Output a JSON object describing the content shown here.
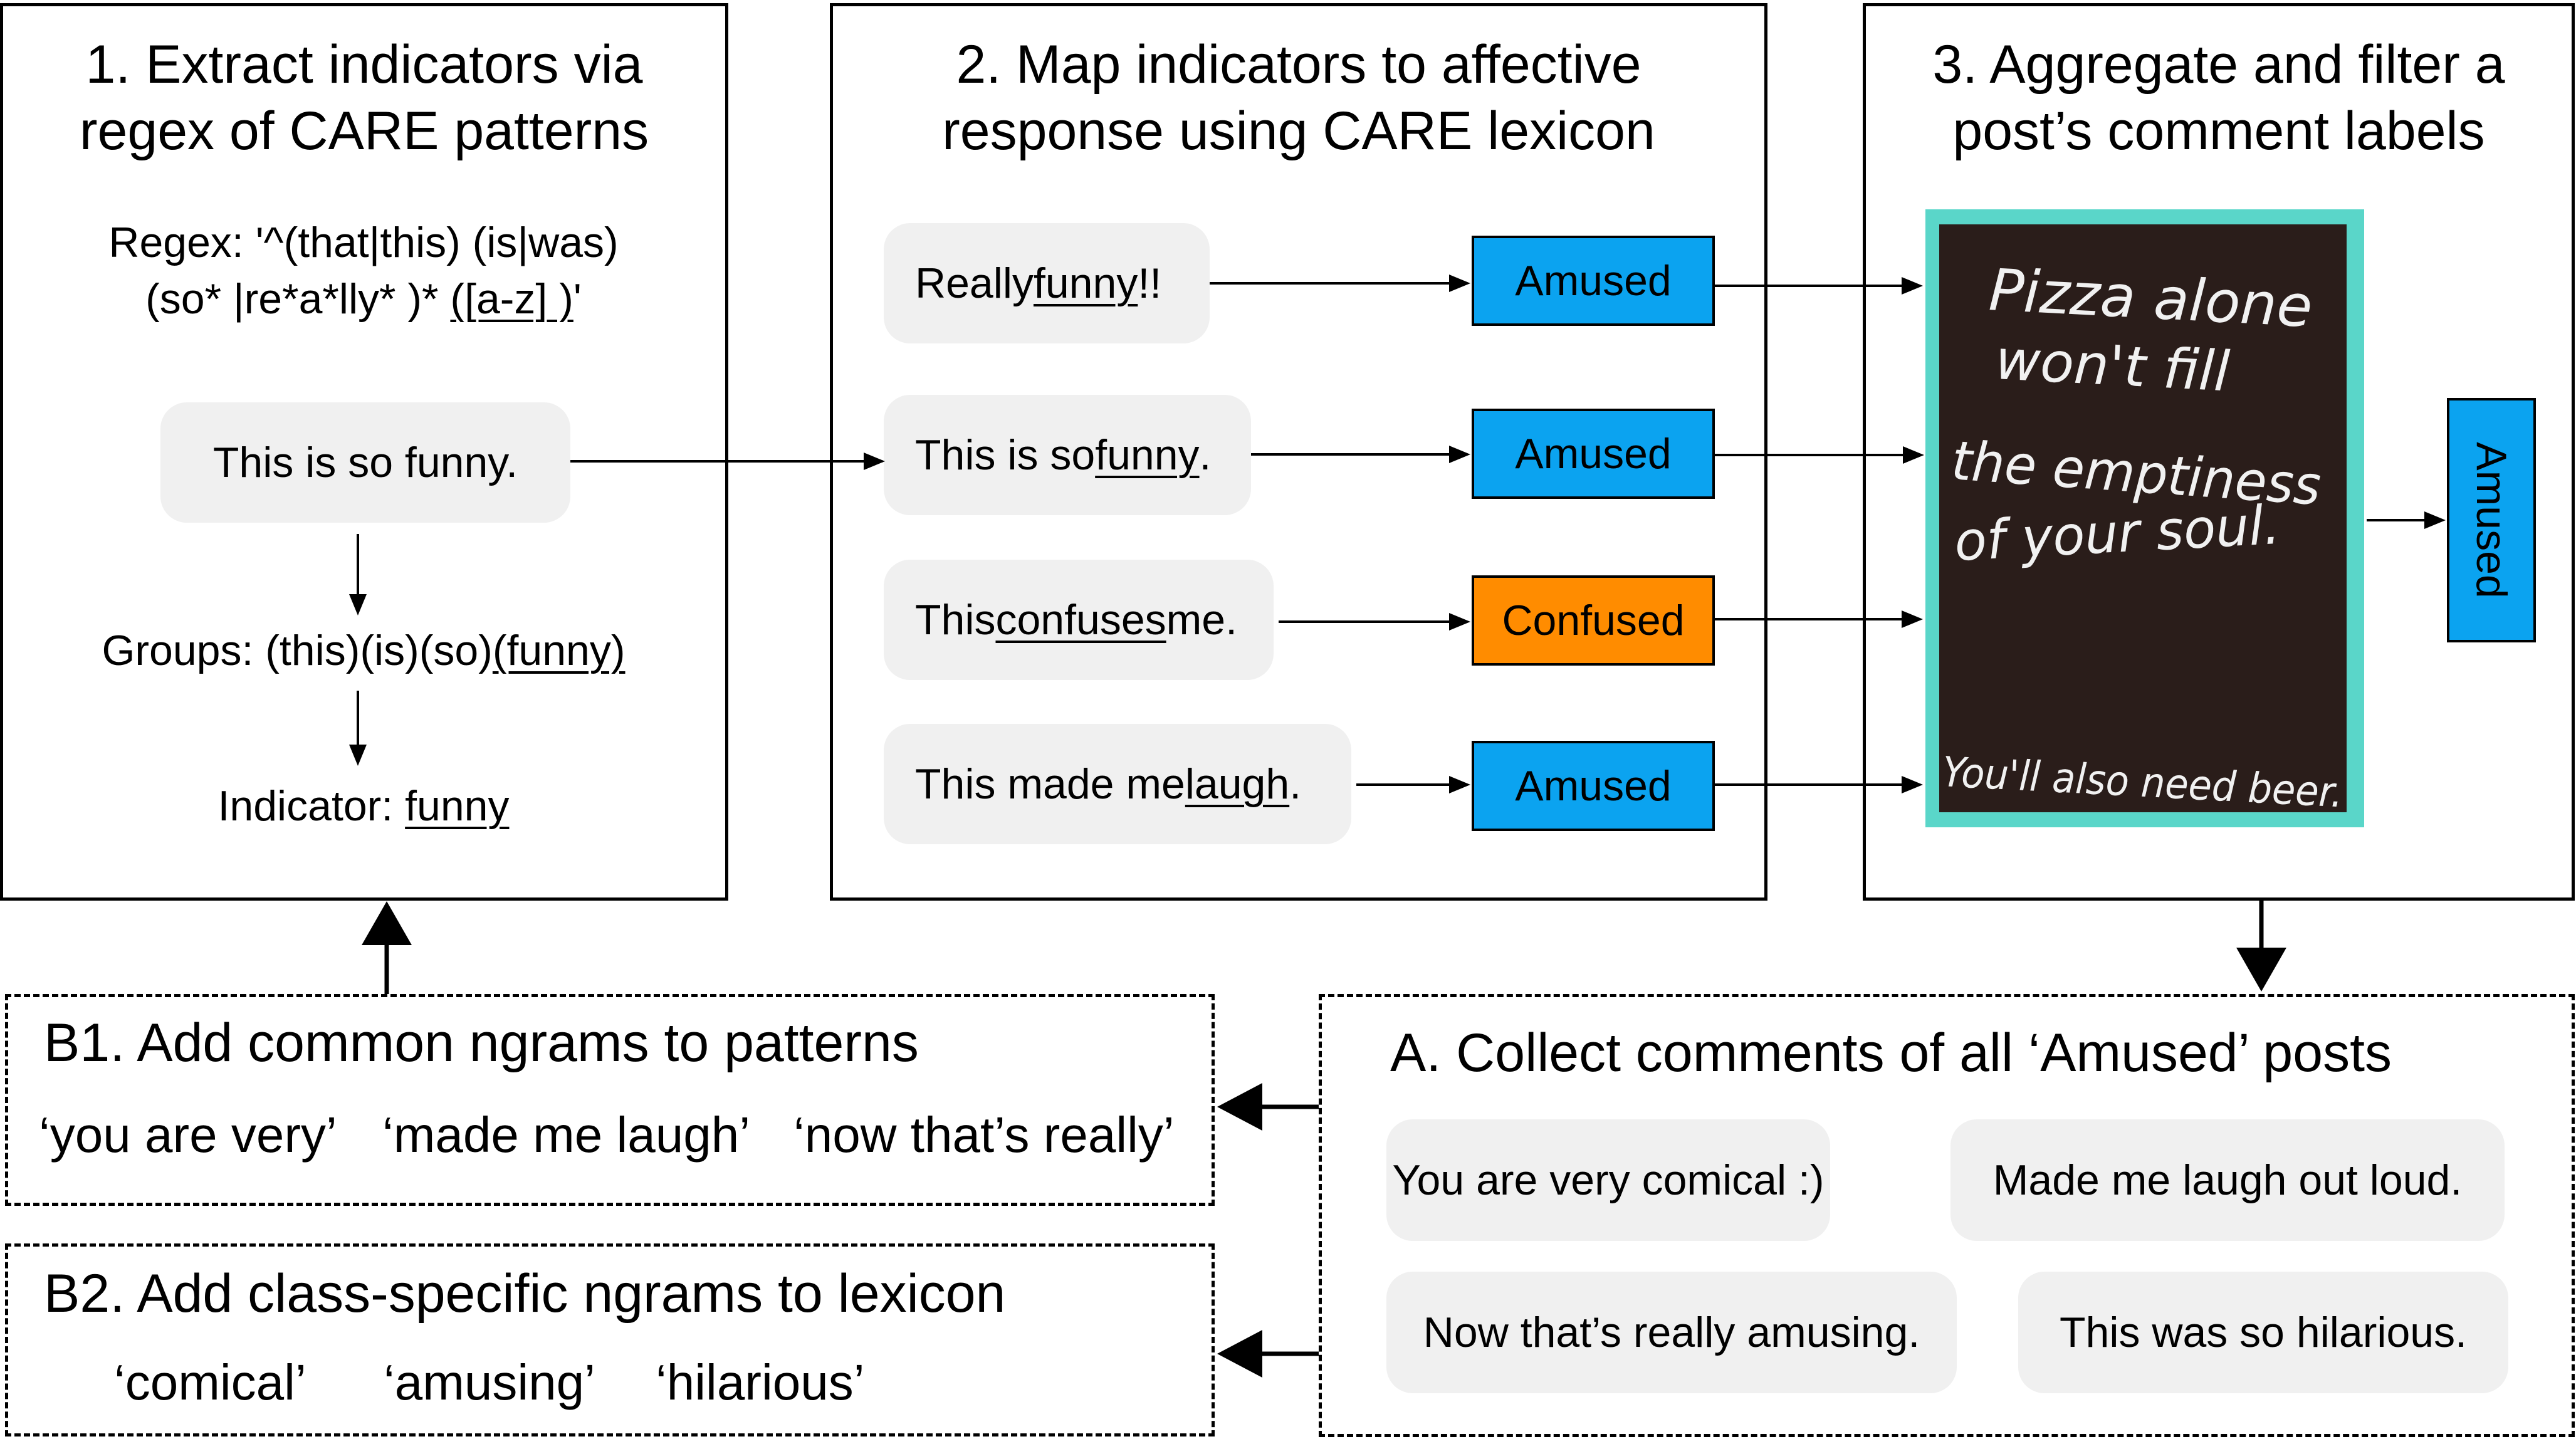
{
  "panel1": {
    "title_line1": "1. Extract indicators via",
    "title_line2": "regex of CARE patterns",
    "regex_line1": "Regex: '^(that|this) (is|was)",
    "regex_line2_plain": "(so* |re*a*lly* )* ",
    "regex_line2_group": "([a-z] )",
    "regex_line2_end": "'",
    "example": "This is so funny.",
    "groups_plain": "Groups: (this)(is)(so)",
    "groups_underlined": "(funny)",
    "indicator_label": "Indicator: ",
    "indicator_value": "funny"
  },
  "panel2": {
    "title_line1": "2. Map indicators to affective",
    "title_line2": "response using CARE lexicon",
    "rows": [
      {
        "pre": "Really ",
        "word": "funny",
        "post": "!!",
        "label": "Amused"
      },
      {
        "pre": "This is so ",
        "word": "funny",
        "post": ".",
        "label": "Amused"
      },
      {
        "pre": "This ",
        "word": "confuses",
        "post": " me.",
        "label": "Confused"
      },
      {
        "pre": "This made me ",
        "word": "laugh",
        "post": ".",
        "label": "Amused"
      }
    ]
  },
  "panel3": {
    "title_line1": "3. Aggregate and filter a",
    "title_line2": "post’s comment labels",
    "sign_lines": [
      "Pizza alone",
      "won't fill",
      "the emptiness",
      "of your soul.",
      "You'll also need beer."
    ],
    "result_label": "Amused"
  },
  "panelA": {
    "title": "A. Collect comments of all ‘Amused’ posts",
    "comments": [
      "You are very comical :)",
      "Made me laugh out loud.",
      "Now that’s really amusing.",
      "This was so hilarious."
    ]
  },
  "panelB1": {
    "title": "B1. Add common ngrams to patterns",
    "ngrams": [
      "‘you are very’",
      "‘made me laugh’",
      "‘now that’s really’"
    ]
  },
  "panelB2": {
    "title": "B2. Add class-specific ngrams to lexicon",
    "ngrams": [
      "‘comical’",
      "‘amusing’",
      "‘hilarious’"
    ]
  },
  "colors": {
    "amused": "#0ba3f0",
    "confused": "#ff8c00",
    "chalkboard": "#2a1d1a",
    "frame": "#5ad6c9"
  }
}
